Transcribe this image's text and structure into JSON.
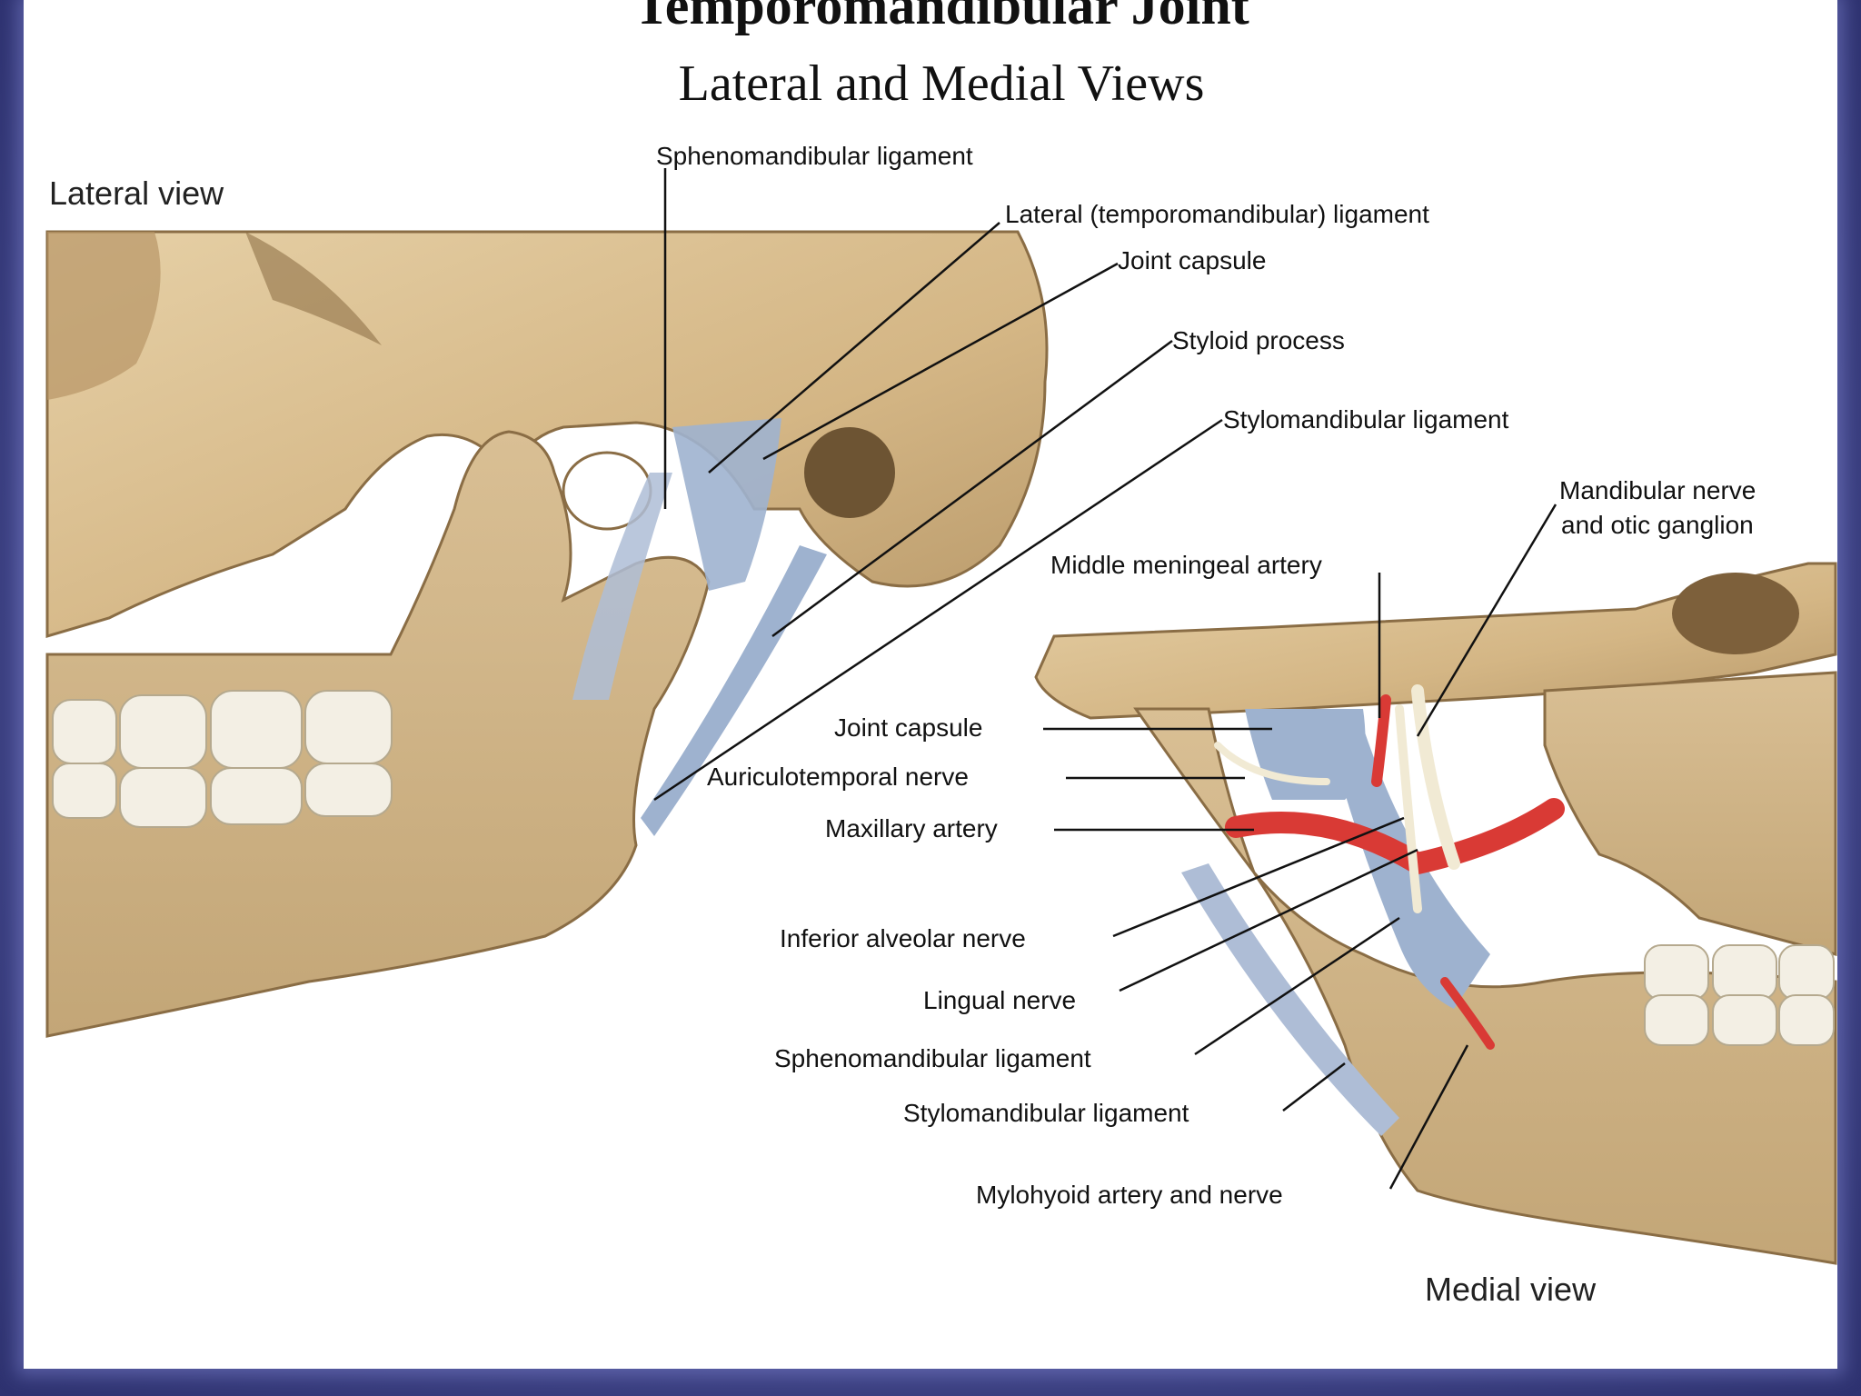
{
  "title": "Temporomandibular Joint",
  "subtitle": "Lateral and Medial Views",
  "lateral_view_label": "Lateral view",
  "medial_view_label": "Medial view",
  "labels": {
    "sphenomandibular_ligament_top": "Sphenomandibular ligament",
    "lateral_ligament": "Lateral (temporomandibular) ligament",
    "joint_capsule_top": "Joint capsule",
    "styloid_process": "Styloid process",
    "stylomandibular_ligament_top": "Stylomandibular ligament",
    "mandibular_nerve_line1": "Mandibular nerve",
    "mandibular_nerve_line2": "and otic ganglion",
    "middle_meningeal_artery": "Middle meningeal artery",
    "joint_capsule_medial": "Joint capsule",
    "auriculotemporal_nerve": "Auriculotemporal nerve",
    "maxillary_artery": "Maxillary artery",
    "inferior_alveolar_nerve": "Inferior alveolar nerve",
    "lingual_nerve": "Lingual nerve",
    "sphenomandibular_ligament_medial": "Sphenomandibular ligament",
    "stylomandibular_ligament_medial": "Stylomandibular ligament",
    "mylohyoid_artery_nerve": "Mylohyoid artery and nerve"
  },
  "colors": {
    "bone": "#d9bf94",
    "bone_shadow": "#a8895c",
    "ligament": "#9eb2cf",
    "artery": "#d93a35",
    "nerve": "#f1ead4",
    "frame": "#3a3f86"
  }
}
